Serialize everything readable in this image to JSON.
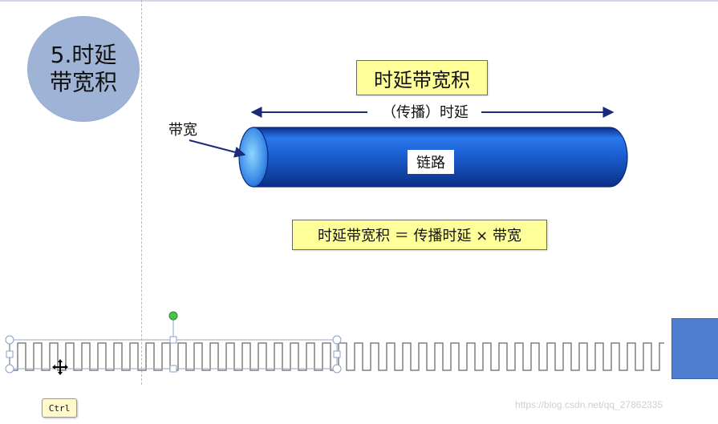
{
  "slide": {
    "circle": {
      "number_title": "5.时延",
      "line2": "带宽积"
    },
    "title_box": "时延带宽积",
    "propagation_delay_label": "（传播）时延",
    "bandwidth_label": "带宽",
    "link_label": "链路",
    "formula": "时延带宽积 ＝ 传播时延 × 带宽"
  },
  "ui": {
    "ctrl_badge": "Ctrl",
    "watermark": "https://blog.csdn.net/qq_27862335"
  },
  "colors": {
    "circle_fill": "#9fb3d6",
    "yellow_box": "#ffff99",
    "cylinder_blue": "#1f5fd6",
    "arrow_navy": "#1b2a7a",
    "square_blue": "#4f7ed0"
  }
}
